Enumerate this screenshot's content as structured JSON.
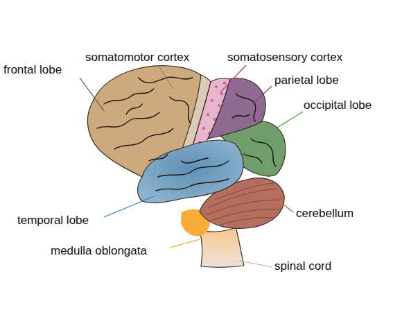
{
  "diagram": {
    "labels": [
      "frontal lobe",
      "somatomotor cortex",
      "somatosensory cortex",
      "parietal lobe",
      "occipital lobe",
      "temporal lobe",
      "cerebellum",
      "medulla oblongata",
      "spinal cord"
    ]
  }
}
